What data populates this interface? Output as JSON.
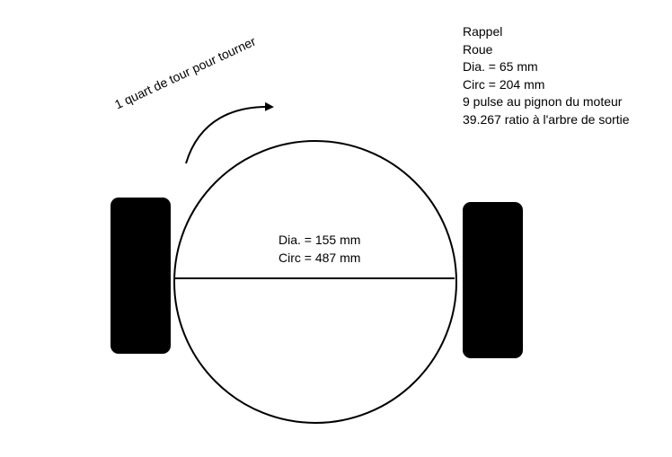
{
  "rotation_label": "1 quart de tour pour tourner",
  "center": {
    "diameter": "Dia. = 155 mm",
    "circumference": "Circ = 487 mm"
  },
  "notes": {
    "title": "Rappel",
    "subtitle": "Roue",
    "diameter": "Dia. = 65 mm",
    "circumference": "Circ = 204 mm",
    "pulses": "9 pulse au pignon du moteur",
    "ratio": "39.267 ratio à l'arbre de sortie"
  },
  "colors": {
    "stroke": "#000000",
    "wheel_fill": "#000000",
    "background": "#ffffff"
  }
}
